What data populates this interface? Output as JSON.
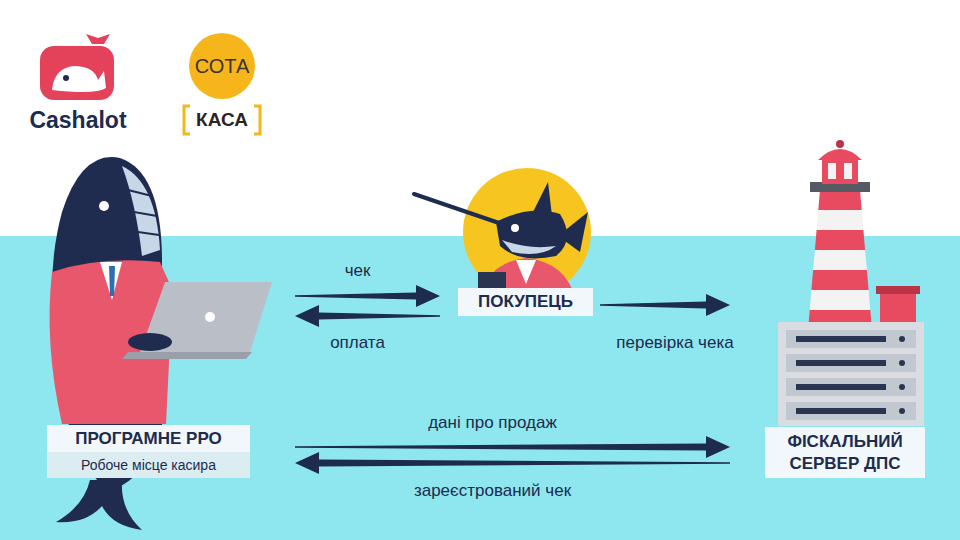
{
  "diagram": {
    "nodes": [
      {
        "text": [
          "ПРОГРАМНЕ РРО",
          "Робоче місце касира"
        ]
      },
      {
        "text": [
          "ПОКУПЕЦЬ"
        ]
      },
      {
        "text": [
          "ФІСКАЛЬНИЙ СЕРВЕР ДПС"
        ]
      }
    ],
    "edges": [
      {
        "from": 0,
        "to": 1,
        "label": "чек",
        "arrow": "to"
      },
      {
        "from": 1,
        "to": 0,
        "label": "оплата",
        "arrow": "to"
      },
      {
        "from": 1,
        "to": 2,
        "label": "перевірка чека",
        "arrow": "to"
      },
      {
        "from": 0,
        "to": 2,
        "label": "дані про продаж",
        "arrow": "to"
      },
      {
        "from": 2,
        "to": 0,
        "label": "зареєстрований чек",
        "arrow": "to"
      }
    ],
    "labels": [
      "Cashalot",
      "СОТА",
      "КАСА"
    ]
  }
}
